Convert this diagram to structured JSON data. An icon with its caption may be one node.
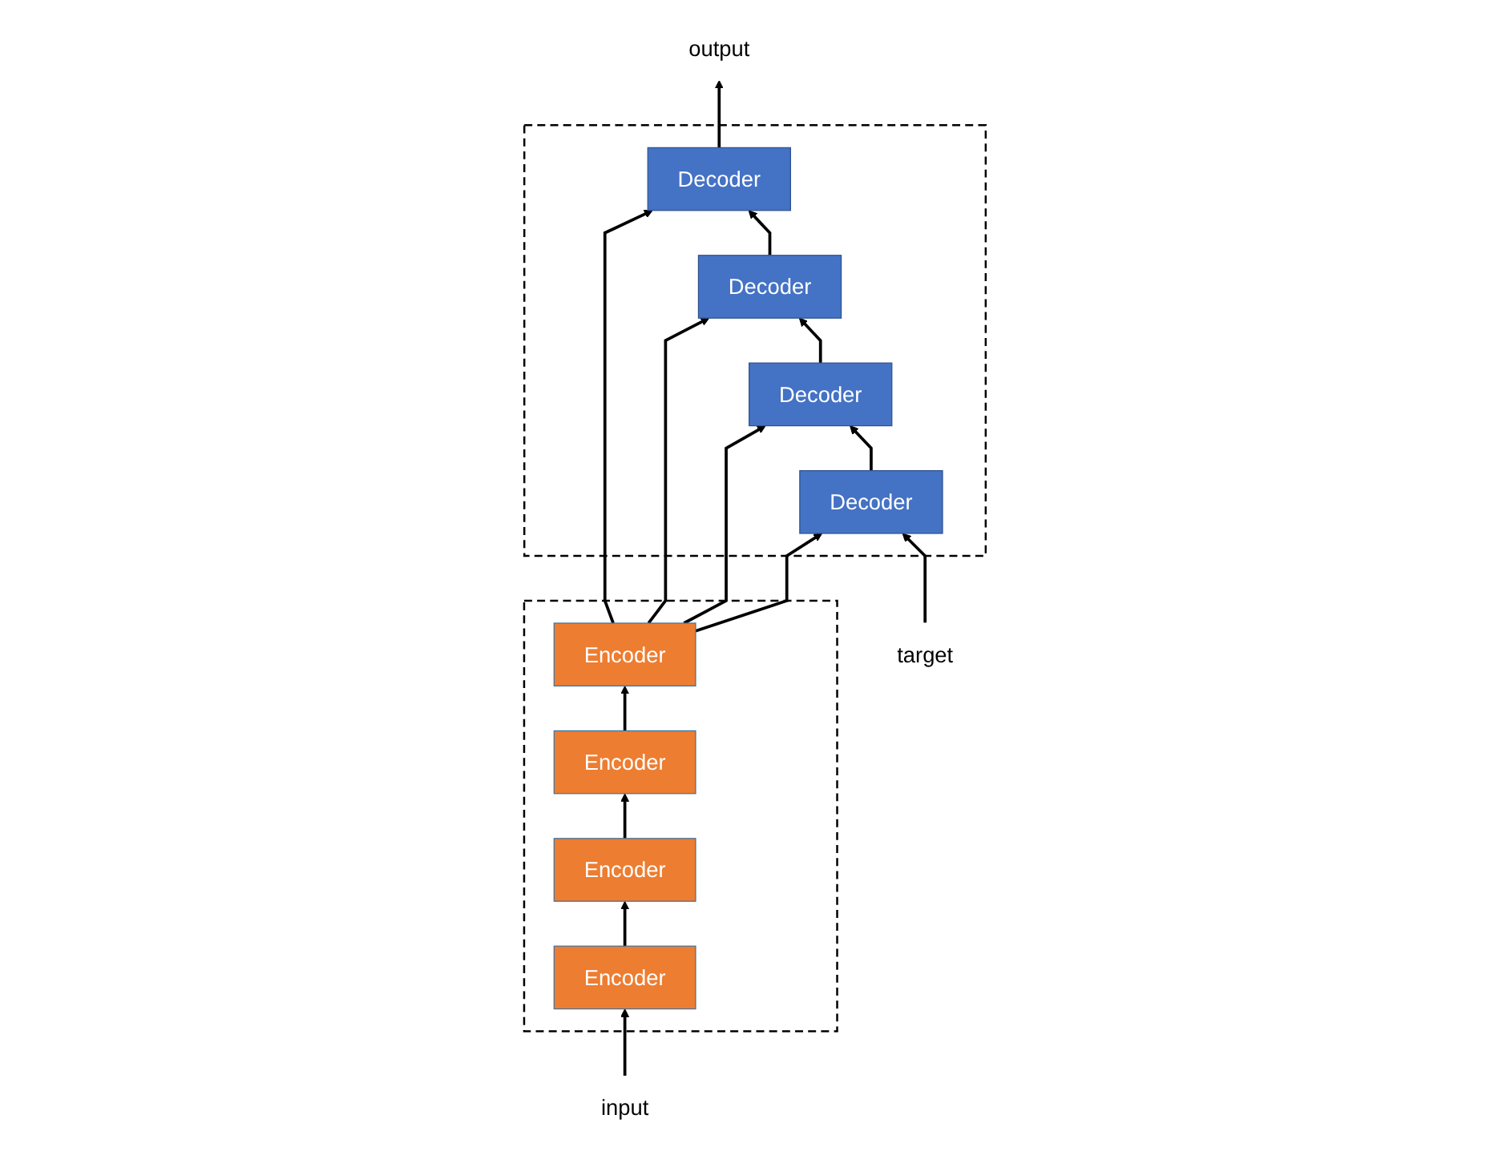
{
  "diagram": {
    "nodes": [
      {
        "text": [],
        "shape": "box"
      },
      {
        "text": [
          "Encoder"
        ],
        "in": 0
      },
      {
        "text": [
          "Encoder"
        ],
        "in": 0
      },
      {
        "text": [
          "Encoder"
        ],
        "in": 0
      },
      {
        "text": [
          "Encoder"
        ],
        "in": 0
      },
      {
        "text": [],
        "shape": "box"
      },
      {
        "text": [
          "Decoder"
        ],
        "in": 5
      },
      {
        "text": [
          "Decoder"
        ],
        "in": 5
      },
      {
        "text": [
          "Decoder"
        ],
        "in": 5
      },
      {
        "text": [
          "Decoder"
        ],
        "in": 5
      },
      {
        "text": [
          "input"
        ]
      },
      {
        "text": [
          "target"
        ]
      },
      {
        "text": [
          "output"
        ]
      }
    ],
    "edges": [
      {
        "from": 10,
        "to": 4,
        "arrow": "to"
      },
      {
        "from": 4,
        "to": 3,
        "arrow": "to"
      },
      {
        "from": 3,
        "to": 2,
        "arrow": "to"
      },
      {
        "from": 2,
        "to": 1,
        "arrow": "to"
      },
      {
        "from": 1,
        "to": 6,
        "arrow": "to"
      },
      {
        "from": 1,
        "to": 7,
        "arrow": "to"
      },
      {
        "from": 1,
        "to": 8,
        "arrow": "to"
      },
      {
        "from": 1,
        "to": 9,
        "arrow": "to"
      },
      {
        "from": 11,
        "to": 9,
        "arrow": "to"
      },
      {
        "from": 9,
        "to": 8,
        "arrow": "to"
      },
      {
        "from": 8,
        "to": 7,
        "arrow": "to"
      },
      {
        "from": 7,
        "to": 6,
        "arrow": "to"
      },
      {
        "from": 6,
        "to": 12,
        "arrow": "to"
      }
    ]
  }
}
